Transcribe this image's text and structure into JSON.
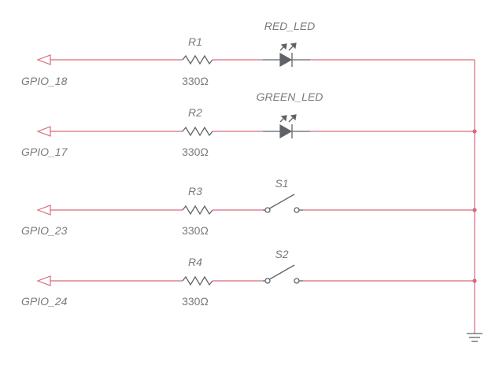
{
  "rows": [
    {
      "port": "GPIO_18",
      "resistor": {
        "ref": "R1",
        "value": "330Ω"
      },
      "component": {
        "type": "led",
        "ref": "RED_LED"
      }
    },
    {
      "port": "GPIO_17",
      "resistor": {
        "ref": "R2",
        "value": "330Ω"
      },
      "component": {
        "type": "led",
        "ref": "GREEN_LED"
      }
    },
    {
      "port": "GPIO_23",
      "resistor": {
        "ref": "R3",
        "value": "330Ω"
      },
      "component": {
        "type": "switch",
        "ref": "S1"
      }
    },
    {
      "port": "GPIO_24",
      "resistor": {
        "ref": "R4",
        "value": "330Ω"
      },
      "component": {
        "type": "switch",
        "ref": "S2"
      }
    }
  ],
  "colors": {
    "wire": "#d9697a",
    "component": "#5f6368",
    "label": "#7a7a7a"
  },
  "icons": {
    "port": "off-page-port-icon",
    "resistor": "resistor-icon",
    "led": "led-icon",
    "switch": "switch-icon",
    "ground": "ground-icon"
  }
}
